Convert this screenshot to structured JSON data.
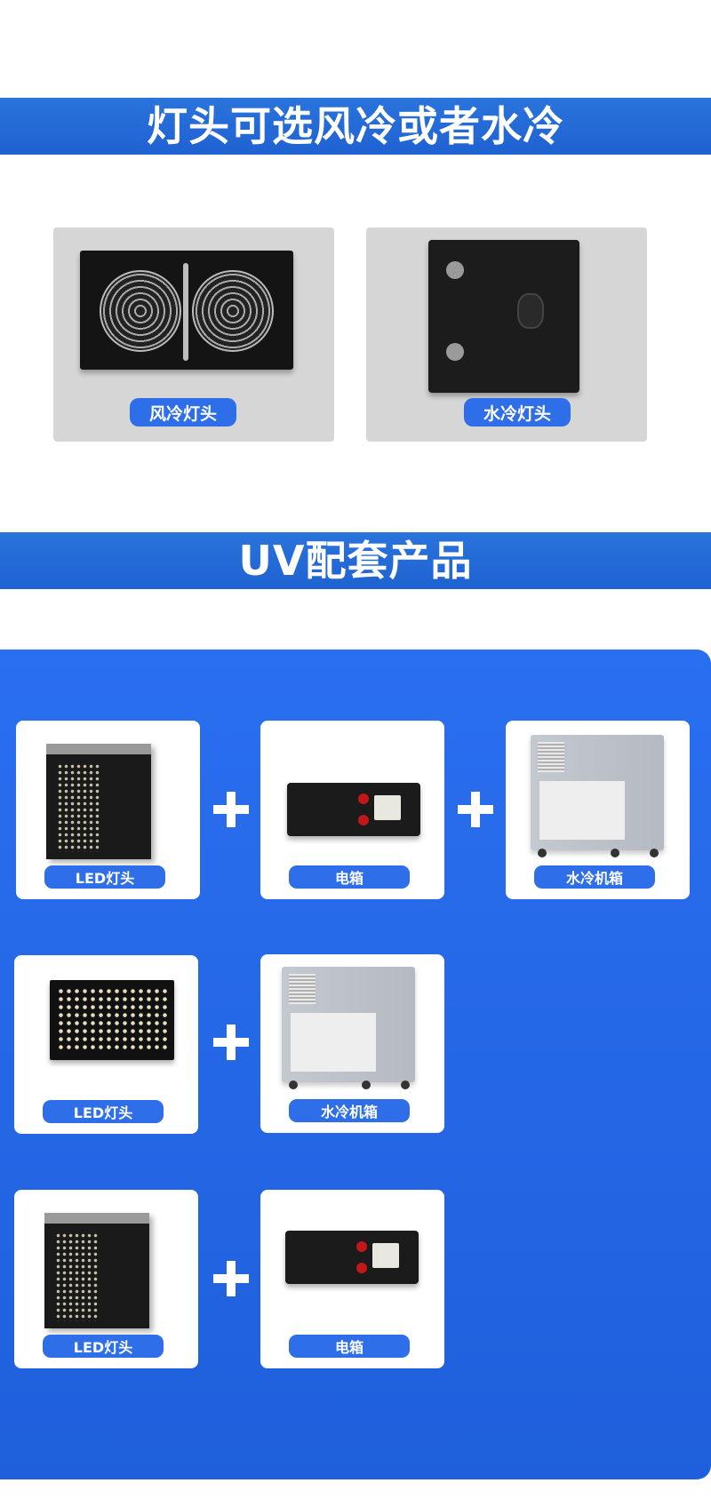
{
  "section1": {
    "title": "灯头可选风冷或者水冷",
    "cards": [
      {
        "label": "风冷灯头",
        "image": "air-cooled-lamp-head"
      },
      {
        "label": "水冷灯头",
        "image": "water-cooled-lamp-head"
      }
    ]
  },
  "section2": {
    "title": "UV配套产品",
    "rows": [
      {
        "items": [
          {
            "label": "LED灯头"
          },
          {
            "label": "电箱"
          },
          {
            "label": "水冷机箱"
          }
        ]
      },
      {
        "items": [
          {
            "label": "LED灯头"
          },
          {
            "label": "水冷机箱"
          }
        ]
      },
      {
        "items": [
          {
            "label": "LED灯头"
          },
          {
            "label": "电箱"
          }
        ]
      }
    ],
    "separator_icon": "plus-icon"
  },
  "colors": {
    "banner": "#2a73dc",
    "accent": "#2e6ee8",
    "panel": "#2a6ff0",
    "card_gray": "#d6d6d6"
  }
}
